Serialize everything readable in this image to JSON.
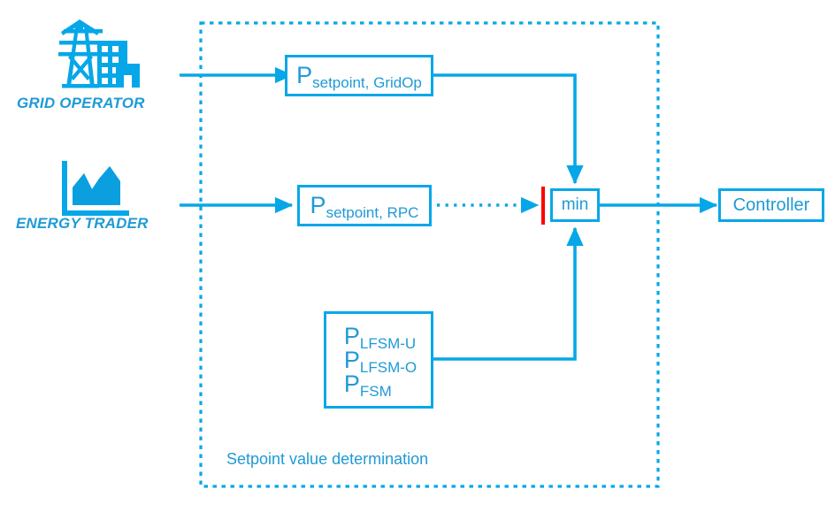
{
  "diagram": {
    "title": "Setpoint value determination",
    "colors": {
      "primary": "#06a7e8",
      "text": "#1f9ad6",
      "blocker": "#ff0000",
      "background": "#ffffff"
    },
    "actors": [
      {
        "id": "grid-operator",
        "label": "GRID OPERATOR",
        "icon": "power-pylon-buildings-icon"
      },
      {
        "id": "energy-trader",
        "label": "ENERGY TRADER",
        "icon": "area-chart-icon"
      }
    ],
    "blocks": [
      {
        "id": "setpoint-gridop",
        "base": "P",
        "sub": "setpoint, GridOp"
      },
      {
        "id": "setpoint-rpc",
        "base": "P",
        "sub": "setpoint, RPC"
      },
      {
        "id": "lfsm-fsm",
        "lines": [
          {
            "base": "P",
            "sub": "LFSM-U"
          },
          {
            "base": "P",
            "sub": "LFSM-O"
          },
          {
            "base": "P",
            "sub": "FSM"
          }
        ]
      },
      {
        "id": "min",
        "label": "min"
      },
      {
        "id": "controller",
        "label": "Controller"
      }
    ],
    "group": {
      "caption": "Setpoint value determination",
      "border_style": "dotted"
    },
    "annotations": [
      {
        "id": "rpc-block-marker",
        "kind": "red-bar",
        "meaning": "signal blocked"
      }
    ]
  }
}
